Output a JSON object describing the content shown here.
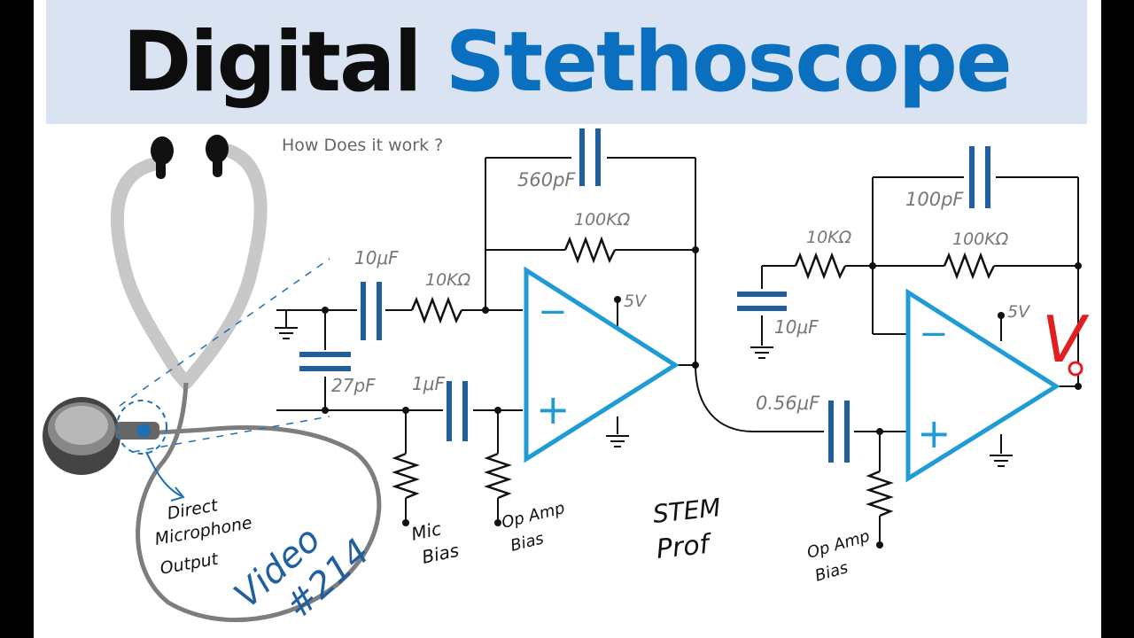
{
  "title": {
    "word1": "Digital",
    "word2": "Stethoscope"
  },
  "subtitle": "How Does it work ?",
  "components": {
    "c_feedback1": "560pF",
    "r_feedback1": "100KΩ",
    "c_input": "10μF",
    "r_input": "10KΩ",
    "c_filter": "27pF",
    "c_coupling1": "1μF",
    "supply1": "5V",
    "c_feedback2": "100pF",
    "r_input2": "10KΩ",
    "r_feedback2": "100KΩ",
    "c_ground2": "10μF",
    "supply2": "5V",
    "c_coupling2": "0.56μF",
    "output": "V",
    "opamp_minus": "−",
    "opamp_plus": "+"
  },
  "annotations": {
    "mic_bias": [
      "Mic",
      "Bias"
    ],
    "opamp_bias1": [
      "Op Amp",
      "Bias"
    ],
    "opamp_bias2": [
      "Op Amp",
      "Bias"
    ],
    "stem_prof": [
      "STEM",
      "Prof"
    ],
    "direct_mic": [
      "Direct",
      "Microphone",
      "Output"
    ],
    "video": [
      "Video",
      "#214"
    ]
  },
  "colors": {
    "title_dark": "#0d0d0d",
    "title_blue": "#0b6fbf",
    "banner": "#dae3f1",
    "component_blue": "#1f5fa0",
    "opamp_cyan": "#1f9bd6",
    "output_red": "#e02020",
    "stethoscope_gray": "#c8c8c8"
  }
}
